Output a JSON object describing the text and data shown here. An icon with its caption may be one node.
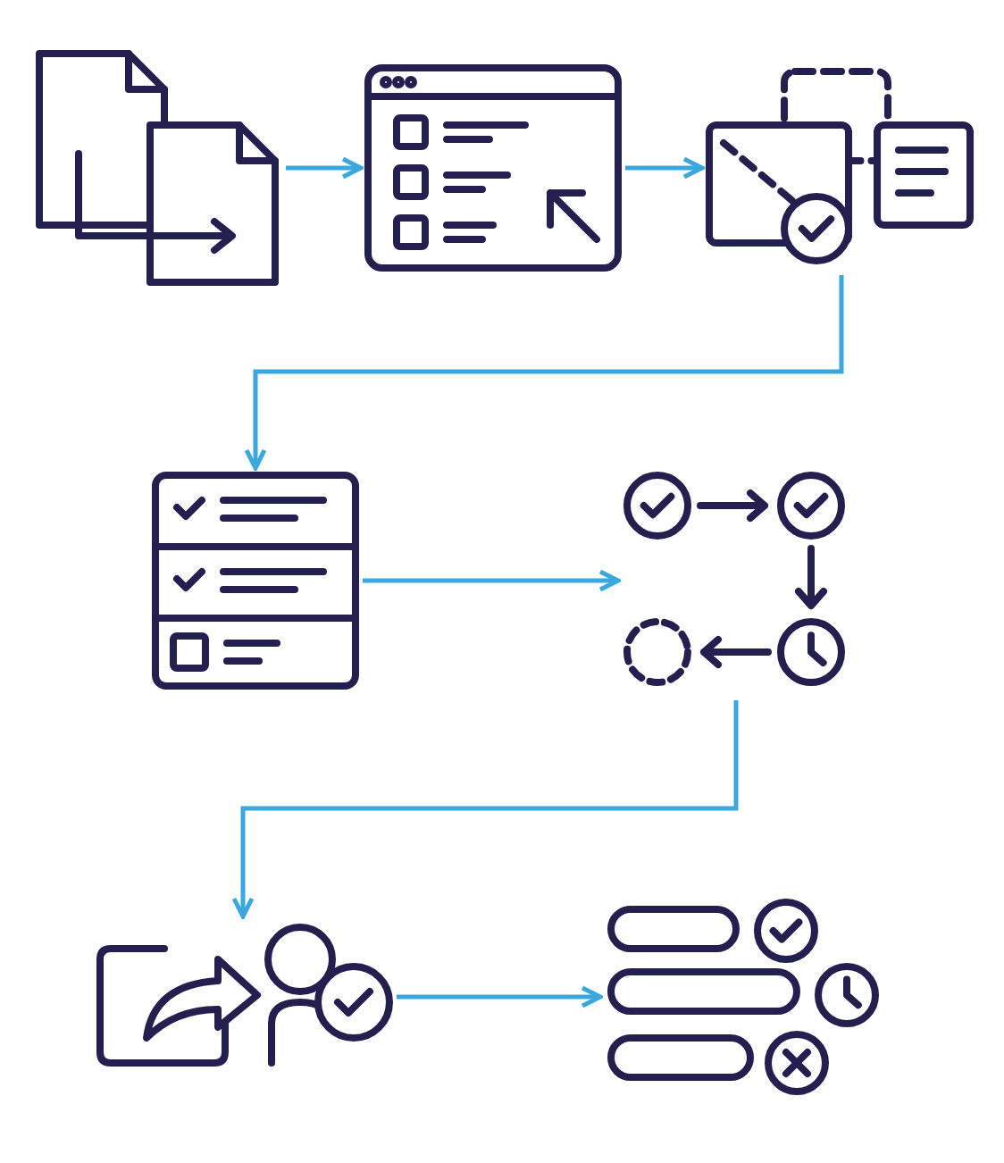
{
  "diagram": {
    "nodes": [
      {
        "text": [],
        "shape": "picture"
      },
      {
        "text": [],
        "shape": "picture"
      },
      {
        "text": [],
        "shape": "picture"
      },
      {
        "text": [],
        "shape": "picture"
      },
      {
        "text": [],
        "shape": "picture"
      },
      {
        "text": [],
        "shape": "picture"
      },
      {
        "text": [],
        "shape": "picture"
      }
    ],
    "edges": [
      {
        "from": 0,
        "to": 1,
        "arrow": "to"
      },
      {
        "from": 1,
        "to": 2,
        "arrow": "to"
      },
      {
        "from": 2,
        "to": 3,
        "arrow": "to"
      },
      {
        "from": 3,
        "to": 4,
        "arrow": "to"
      },
      {
        "from": 4,
        "to": 5,
        "arrow": "to"
      },
      {
        "from": 5,
        "to": 6,
        "arrow": "to"
      }
    ]
  }
}
